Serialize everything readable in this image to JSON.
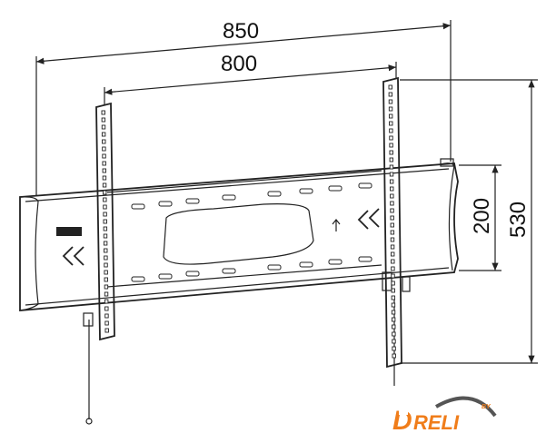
{
  "dimensions": {
    "overall_width": "850",
    "rail_spacing": "800",
    "height_small": "200",
    "height_total": "530"
  },
  "logo": {
    "brand": "DRELI",
    "prefix": "BY",
    "brand_color": "#f07d1a",
    "swoosh_color": "#555555"
  }
}
